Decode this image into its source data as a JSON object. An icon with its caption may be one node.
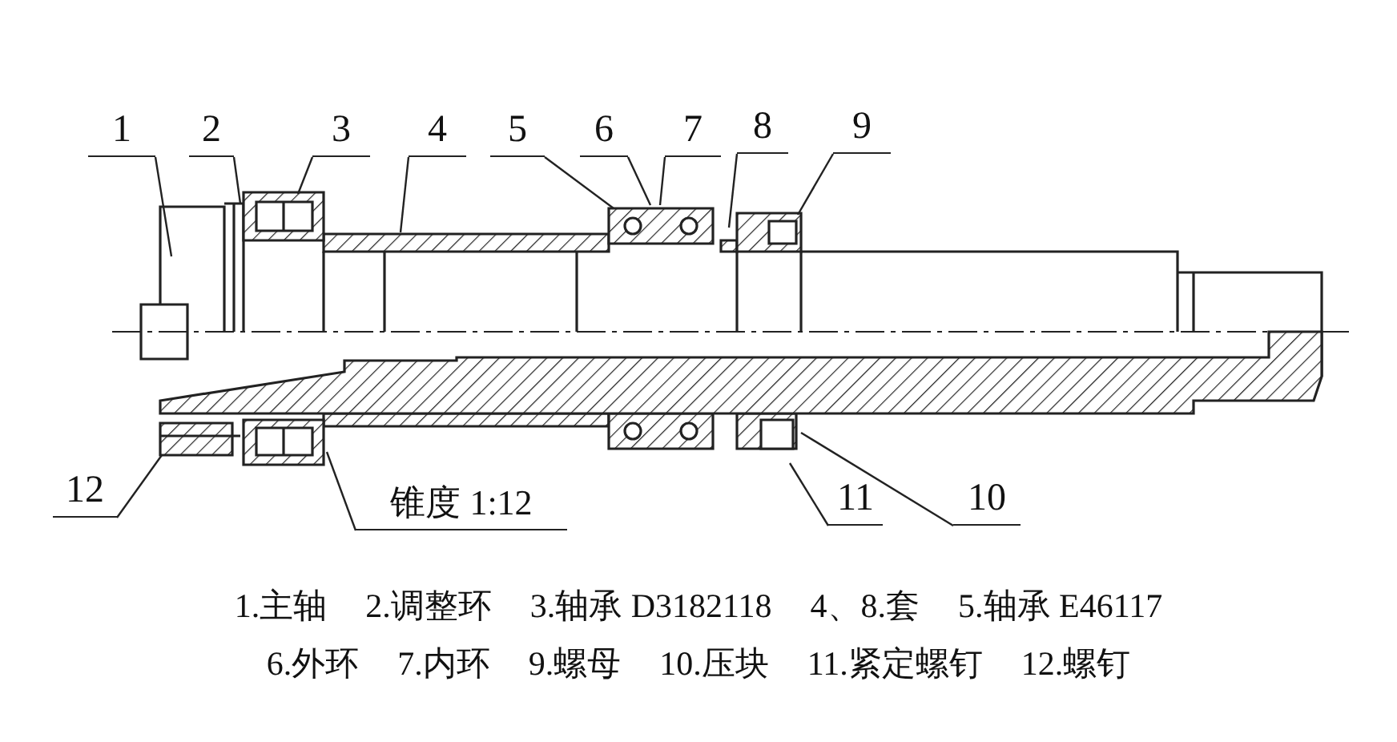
{
  "diagram": {
    "nodes": [
      {
        "text": [
          "1"
        ]
      },
      {
        "text": [
          "2"
        ]
      },
      {
        "text": [
          "3"
        ]
      },
      {
        "text": [
          "4"
        ]
      },
      {
        "text": [
          "5"
        ]
      },
      {
        "text": [
          "6"
        ]
      },
      {
        "text": [
          "7"
        ]
      },
      {
        "text": [
          "8"
        ]
      },
      {
        "text": [
          "9"
        ]
      },
      {
        "text": [
          "10"
        ]
      },
      {
        "text": [
          "11"
        ]
      },
      {
        "text": [
          "12"
        ]
      },
      {
        "text": [
          "锥度 1:12"
        ]
      }
    ],
    "edges": [
      {
        "from": 0,
        "to": null,
        "arrow": "none"
      },
      {
        "from": 1,
        "to": null,
        "arrow": "none"
      },
      {
        "from": 2,
        "to": null,
        "arrow": "none"
      },
      {
        "from": 3,
        "to": null,
        "arrow": "none"
      },
      {
        "from": 4,
        "to": null,
        "arrow": "none"
      },
      {
        "from": 5,
        "to": null,
        "arrow": "none"
      },
      {
        "from": 6,
        "to": null,
        "arrow": "none"
      },
      {
        "from": 7,
        "to": null,
        "arrow": "none"
      },
      {
        "from": 8,
        "to": null,
        "arrow": "none"
      },
      {
        "from": 9,
        "to": null,
        "arrow": "none"
      },
      {
        "from": 10,
        "to": null,
        "arrow": "none"
      },
      {
        "from": 11,
        "to": null,
        "arrow": "none"
      },
      {
        "from": 12,
        "to": null,
        "arrow": "none"
      }
    ],
    "labels": [
      "1.主轴",
      "2.调整环",
      "3.轴承 D3182118",
      "4、8.套",
      "5.轴承 E46117",
      "6.外环",
      "7.内环",
      "9.螺母",
      "10.压块",
      "11.紧定螺钉",
      "12.螺钉"
    ]
  }
}
